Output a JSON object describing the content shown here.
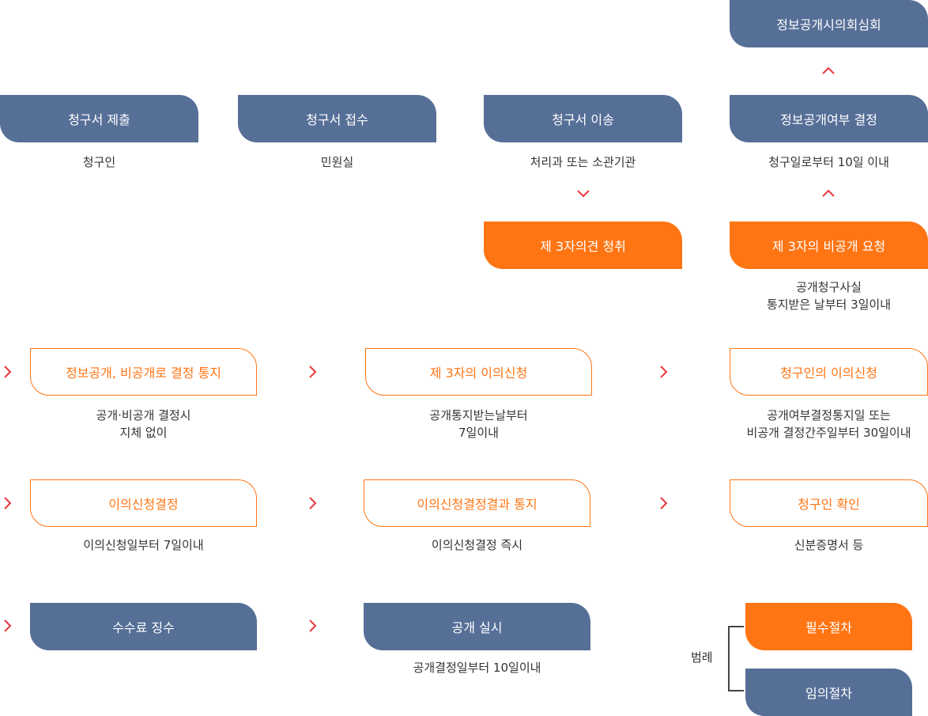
{
  "colors": {
    "required": "#ff7514",
    "optional": "#566f97",
    "arrow": "#e8383d"
  },
  "steps": {
    "submit": {
      "label": "청구서 제출",
      "desc": "청구인"
    },
    "receive": {
      "label": "청구서 접수",
      "desc": "민원실"
    },
    "transfer": {
      "label": "청구서 이송",
      "desc": "처리과 또는 소관기관"
    },
    "decision": {
      "label": "정보공개여부 결정",
      "desc": "청구일로부터 10일 이내"
    },
    "council": {
      "label": "정보공개시의회심회"
    },
    "third_opinion": {
      "label": "제 3자의견 청취"
    },
    "third_nondisclose": {
      "label": "제 3자의 비공개 요청",
      "desc1": "공개청구사실",
      "desc2": "통지받은 날부터 3일이내"
    },
    "notify": {
      "label": "정보공개, 비공개로 결정 통지",
      "desc1": "공개·비공개 결정시",
      "desc2": "지체 없이"
    },
    "third_objection": {
      "label": "제 3자의 이의신청",
      "desc1": "공개통지받는날부터",
      "desc2": "7일이내"
    },
    "requester_objection": {
      "label": "청구인의 이의신청",
      "desc1": "공개여부결정통지일 또는",
      "desc2": "비공개 결정간주일부터 30일이내"
    },
    "objection_decision": {
      "label": "이의신청결정",
      "desc": "이의신청일부터 7일이내"
    },
    "objection_result": {
      "label": "이의신청결정결과 통지",
      "desc": "이의신청결정 즉시"
    },
    "requester_verify": {
      "label": "청구인 확인",
      "desc": "신분증명서 등"
    },
    "fee": {
      "label": "수수료 징수"
    },
    "disclosure": {
      "label": "공개 실시",
      "desc": "공개결정일부터 10일이내"
    }
  },
  "legend": {
    "title": "범례",
    "required": "필수절차",
    "optional": "임의절차"
  }
}
